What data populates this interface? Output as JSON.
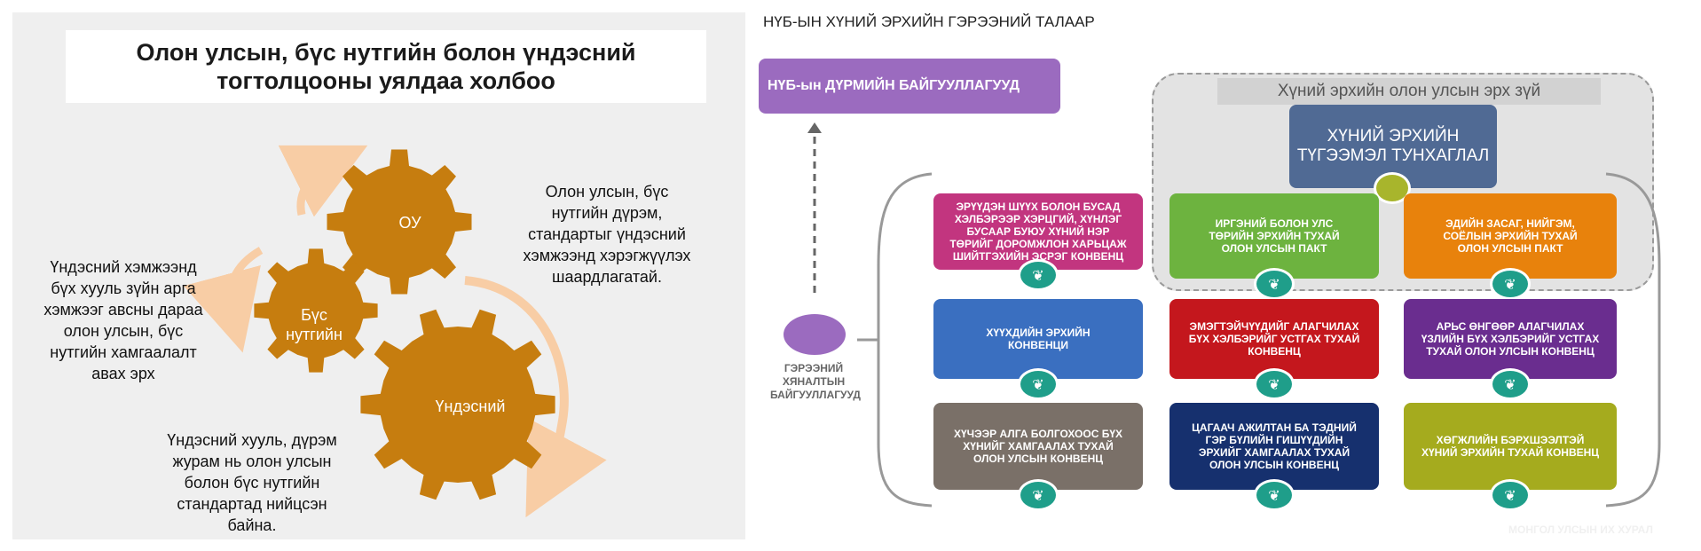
{
  "left": {
    "title_line1": "Олон улсын, бүс нутгийн болон үндэсний",
    "title_line2": "тогтолцооны уялдаа холбоо",
    "gears": {
      "top": "ОУ",
      "middle_line1": "Бүс",
      "middle_line2": "нутгийн",
      "bottom": "Үндэсний"
    },
    "text_left": [
      "Үндэсний хэмжээнд",
      "бүх хууль зүйн арга",
      "хэмжээг авсны дараа",
      "олон улсын, бүс",
      "нутгийн хамгаалалт",
      "авах эрх"
    ],
    "text_right": [
      "Олон улсын, бүс",
      "нутгийн дүрэм,",
      "стандартыг үндэсний",
      "хэмжээнд хэрэгжүүлэх",
      "шаардлагатай."
    ],
    "text_bottom": [
      "Үндэсний хууль, дүрэм",
      "журам нь олон улсын",
      "болон бүс нутгийн",
      "стандартад нийцсэн",
      "байна."
    ],
    "colors": {
      "gear": "#c67d0f",
      "arrow": "#f8cda5",
      "panel": "#efefef"
    }
  },
  "right": {
    "title": "НҮБ-ЫН ХҮНИЙ ЭРХИЙН ГЭРЭЭНИЙ ТАЛААР",
    "charter_box": "НҮБ-ын ДҮРМИЙН БАЙГУУЛЛАГУУД",
    "intl_bill": "Хүний эрхийн олон улсын эрх зүй",
    "udhr_line1": "ХҮНИЙ ЭРХИЙН",
    "udhr_line2": "ТҮГЭЭМЭЛ ТУНХАГЛАЛ",
    "monitor_label": [
      "ГЭРЭЭНИЙ",
      "ХЯНАЛТЫН",
      "БАЙГУУЛЛАГУУД"
    ],
    "boxes": [
      {
        "lines": [
          "ЭРҮҮДЭН ШҮҮХ БОЛОН БУСАД",
          "ХЭЛБЭРЭЭР ХЭРЦГИЙ, ХҮНЛЭГ",
          "БУСААР БУЮУ ХҮНИЙ НЭР",
          "ТӨРИЙГ ДОРОМЖЛОН ХАРЬЦАЖ",
          "ШИЙТГЭХИЙН ЭСРЭГ КОНВЕНЦ"
        ],
        "color": "#c2357f"
      },
      {
        "lines": [
          "ИРГЭНИЙ БОЛОН УЛС",
          "ТӨРИЙН ЭРХИЙН ТУХАЙ",
          "ОЛОН УЛСЫН ПАКТ"
        ],
        "color": "#6db33f"
      },
      {
        "lines": [
          "ЭДИЙН ЗАСАГ, НИЙГЭМ,",
          "СОЁЛЫН ЭРХИЙН ТУХАЙ",
          "ОЛОН УЛСЫН  ПАКТ"
        ],
        "color": "#e8820c"
      },
      {
        "lines": [
          "ХҮҮХДИЙН ЭРХИЙН",
          "КОНВЕНЦИ"
        ],
        "color": "#3a6fc0"
      },
      {
        "lines": [
          "ЭМЭГТЭЙЧҮҮДИЙГ АЛАГЧИЛАХ",
          "БҮХ ХЭЛБЭРИЙГ УСТГАХ ТУХАЙ",
          "КОНВЕНЦ"
        ],
        "color": "#c4171d"
      },
      {
        "lines": [
          "АРЬС ӨНГӨӨР АЛАГЧИЛАХ",
          "ҮЗЛИЙН БҮХ ХЭЛБЭРИЙГ УСТГАХ",
          "ТУХАЙ ОЛОН УЛСЫН КОНВЕНЦ"
        ],
        "color": "#6a2d8f"
      },
      {
        "lines": [
          "ХҮЧЭЭР АЛГА БОЛГОХООС БҮХ",
          "ХҮНИЙГ ХАМГААЛАХ ТУХАЙ",
          "ОЛОН УЛСЫН КОНВЕНЦ"
        ],
        "color": "#7a7068"
      },
      {
        "lines": [
          "ЦАГААЧ АЖИЛТАН БА ТЭДНИЙ",
          "ГЭР БҮЛИЙН ГИШҮҮДИЙН",
          "ЭРХИЙГ ХАМГААЛАХ ТУХАЙ",
          "ОЛОН УЛСЫН КОНВЕНЦ"
        ],
        "color": "#16306e"
      },
      {
        "lines": [
          "ХӨГЖЛИЙН БЭРХШЭЭЛТЭЙ",
          "ХҮНИЙ ЭРХИЙН ТУХАЙ КОНВЕНЦ"
        ],
        "color": "#a5ab1e"
      }
    ],
    "watermark": "МОНГОЛ УЛСЫН ИХ ХУРАЛ"
  }
}
